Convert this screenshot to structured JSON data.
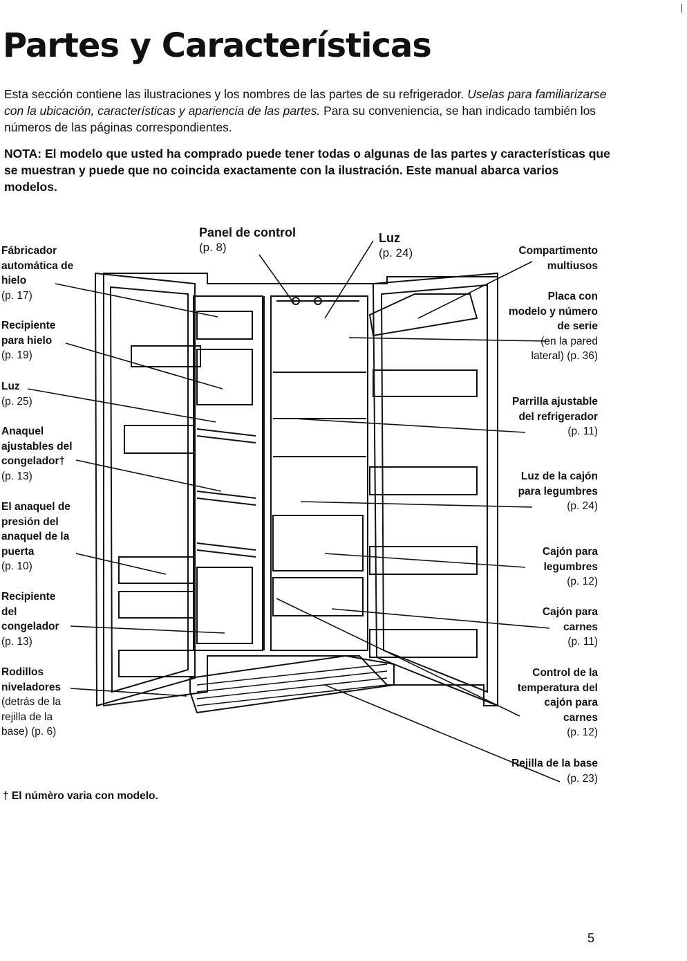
{
  "header": {
    "title": "Partes y Características",
    "intro_part1": "Esta sección contiene las ilustraciones y los nombres de las partes de su refrigerador.",
    "intro_part2": "Uselas para familiarizarse con la ubicación, características y apariencia de las partes.",
    "intro_part3": "Para su conveniencia, se han indicado también los números de las páginas correspondientes.",
    "note": "NOTA: El modelo que usted ha comprado puede tener todas o algunas de las partes y características que se muestran y puede que no coincida exactamente con la ilustración. Este manual abarca varios modelos."
  },
  "labels_top": [
    {
      "name": "Panel de control",
      "page": "(p. 8)"
    },
    {
      "name": "Luz",
      "page": "(p. 24)"
    }
  ],
  "labels_left": [
    {
      "name": "Fábricador automática de hielo",
      "page": "(p. 17)"
    },
    {
      "name": "Recipiente para hielo",
      "page": "(p. 19)"
    },
    {
      "name": "Luz",
      "page": "(p. 25)"
    },
    {
      "name": "Anaquel ajustables del congelador†",
      "page": "(p. 13)"
    },
    {
      "name": "El anaquel de presión del anaquel de la puerta",
      "page": "(p. 10)"
    },
    {
      "name": "Recipiente del congelador",
      "page": "(p. 13)"
    },
    {
      "name": "Rodillos niveladores",
      "page": "(detrás de la rejilla de la base) (p. 6)"
    }
  ],
  "labels_right": [
    {
      "name": "Compartimento multiusos",
      "page": ""
    },
    {
      "name": "Placa con modelo y número de serie",
      "page": "(en la pared lateral) (p. 36)"
    },
    {
      "name": "Parrilla ajustable del refrigerador",
      "page": "(p. 11)"
    },
    {
      "name": "Luz de la cajón para legumbres",
      "page": "(p. 24)"
    },
    {
      "name": "Cajón para legumbres",
      "page": "(p. 12)"
    },
    {
      "name": "Cajón para carnes",
      "page": "(p. 11)"
    },
    {
      "name": "Control de la temperatura del cajón para carnes",
      "page": "(p. 12)"
    },
    {
      "name": "Rejilla de la base",
      "page": "(p. 23)"
    }
  ],
  "footnote": "† El númèro varia con modelo.",
  "page_number": "5"
}
